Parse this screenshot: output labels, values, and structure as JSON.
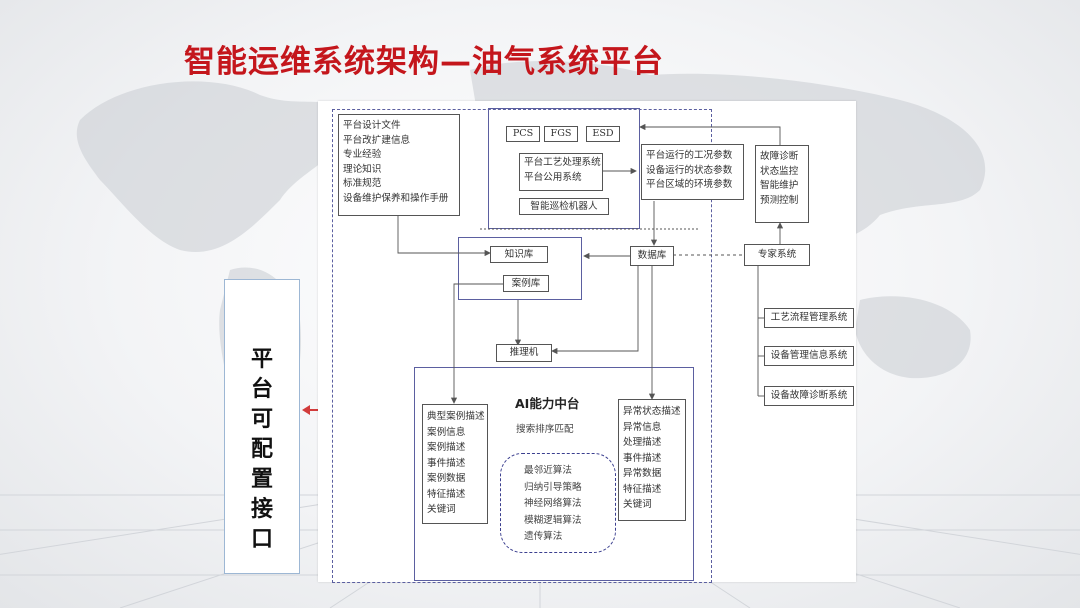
{
  "title": "智能运维系统架构—油气系统平台",
  "side_label": "平台可配置接口",
  "diagram": {
    "docs": [
      "平台设计文件",
      "平台改扩建信息",
      "专业经验",
      "理论知识",
      "标准规范",
      "设备维护保养和操作手册"
    ],
    "pcs": "PCS",
    "fgs": "FGS",
    "esd": "ESD",
    "process_systems": [
      "平台工艺处理系统",
      "平台公用系统"
    ],
    "robot": "智能巡检机器人",
    "params": [
      "平台运行的工况参数",
      "设备运行的状态参数",
      "平台区域的环境参数"
    ],
    "functions": [
      "故障诊断",
      "状态监控",
      "智能维护",
      "预测控制"
    ],
    "knowledge_base": "知识库",
    "case_base": "案例库",
    "database": "数据库",
    "expert_system": "专家系统",
    "inference_engine": "推理机",
    "ext_systems": [
      "工艺流程管理系统",
      "设备管理信息系统",
      "设备故障诊断系统"
    ],
    "ai_center": "AI能力中台",
    "search_match": "搜索排序匹配",
    "case_fields": [
      "典型案例描述",
      "案例信息",
      "案例描述",
      "事件描述",
      "案例数据",
      "特征描述",
      "关键词"
    ],
    "anomaly_fields": [
      "异常状态描述",
      "异常信息",
      "处理描述",
      "事件描述",
      "异常数据",
      "特征描述",
      "关键词"
    ],
    "algorithms": [
      "最邻近算法",
      "归纳引导策略",
      "神经网络算法",
      "模糊逻辑算法",
      "遗传算法"
    ]
  }
}
